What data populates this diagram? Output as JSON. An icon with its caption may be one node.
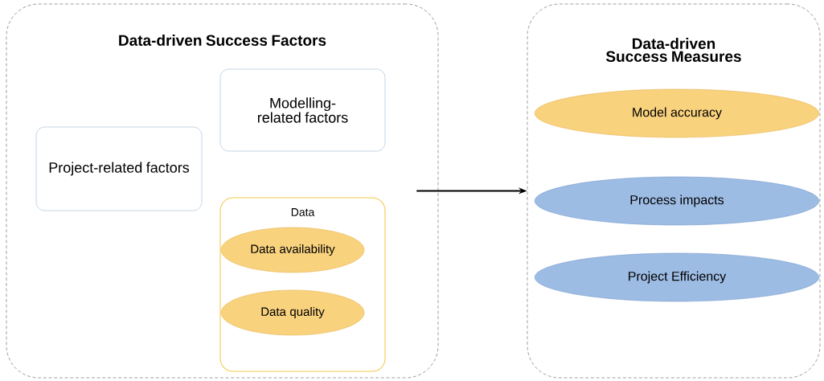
{
  "diagram": {
    "nodes": [
      {
        "text": [
          "Data-driven Success Factors"
        ]
      },
      {
        "text": [
          "Project-related factors"
        ],
        "in": 0
      },
      {
        "text": [
          "Modelling-related factors"
        ],
        "in": 0
      },
      {
        "text": [
          "Data"
        ],
        "in": 0
      },
      {
        "text": [
          "Data availability"
        ],
        "in": 3
      },
      {
        "text": [
          "Data quality"
        ],
        "in": 3
      },
      {
        "text": [
          "Data-driven Success Measures"
        ]
      },
      {
        "text": [
          "Model accuracy"
        ],
        "in": 6
      },
      {
        "text": [
          "Process impacts"
        ],
        "in": 6
      },
      {
        "text": [
          "Project Efficiency"
        ],
        "in": 6
      }
    ],
    "edges": [
      {
        "from": 0,
        "to": 6,
        "arrow": "to"
      }
    ]
  }
}
